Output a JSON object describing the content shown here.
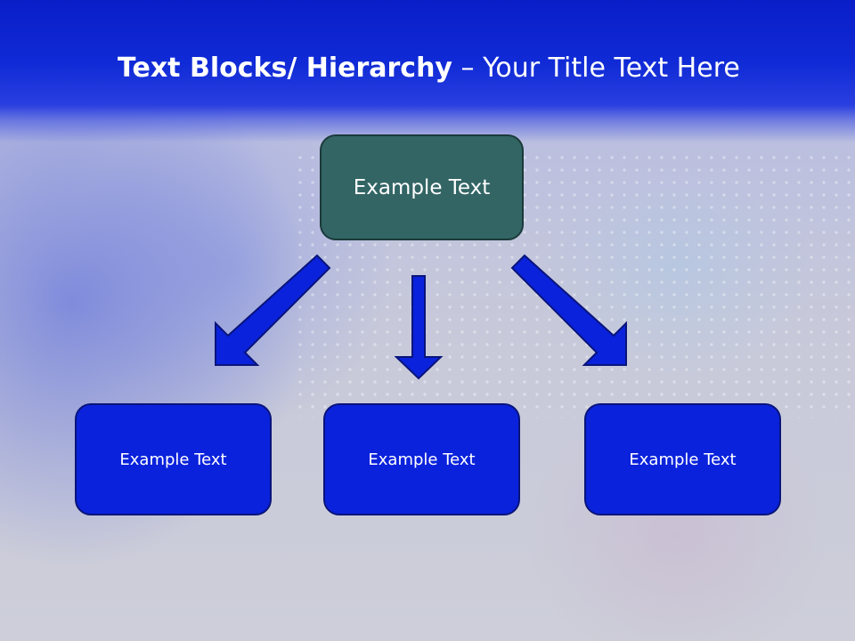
{
  "slide": {
    "title_bold": "Text Blocks/ Hierarchy",
    "title_dash": " – ",
    "title_rest": "Your Title Text Here"
  },
  "hierarchy": {
    "top": {
      "label": "Example Text"
    },
    "children": [
      {
        "label": "Example Text"
      },
      {
        "label": "Example Text"
      },
      {
        "label": "Example Text"
      }
    ]
  },
  "colors": {
    "title_band": "#0f2ad6",
    "top_box": "#336565",
    "child_box": "#0a22dc",
    "arrow_fill": "#0a22dc",
    "arrow_stroke": "#08147a"
  }
}
